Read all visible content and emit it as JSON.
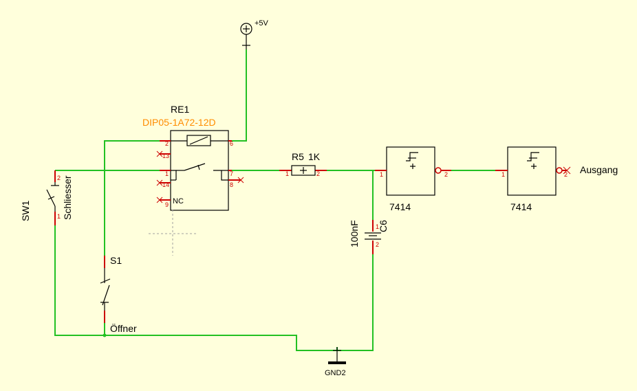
{
  "colors": {
    "background": "#ffffdc",
    "wire": "#22c022",
    "pin": "#cc0000",
    "part_value": "#ff8c00"
  },
  "power": {
    "vcc_label": "+5V",
    "gnd_label": "GND2"
  },
  "relay": {
    "ref": "RE1",
    "value": "DIP05-1A72-12D",
    "pins": {
      "p2": "2",
      "p13": "13",
      "p1": "1",
      "p14": "14",
      "p9": "9",
      "p6": "6",
      "p7": "7",
      "p8": "8"
    },
    "nc_label": "NC"
  },
  "switch_sw1": {
    "ref": "SW1",
    "value": "Schliesser",
    "pin1": "1",
    "pin2": "2"
  },
  "switch_s1": {
    "ref": "S1",
    "value": "Öffner"
  },
  "resistor": {
    "ref": "R5",
    "value": "1K",
    "pin1": "1",
    "pin2": "2"
  },
  "capacitor": {
    "ref": "C6",
    "value": "100nF",
    "pin1": "1",
    "pin2": "2"
  },
  "gate1": {
    "name": "7414",
    "pin_in": "1",
    "pin_out": "2"
  },
  "gate2": {
    "name": "7414",
    "pin_in": "1",
    "pin_out": "2"
  },
  "output": {
    "label": "Ausgang"
  }
}
